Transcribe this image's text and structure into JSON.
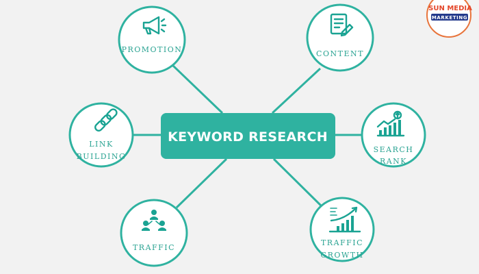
{
  "center": {
    "label": "KEYWORD RESEARCH",
    "color": "#2fb2a0"
  },
  "nodes": [
    {
      "id": "promotion",
      "lines": [
        "PROMOTION"
      ],
      "icon": "megaphone-icon"
    },
    {
      "id": "content",
      "lines": [
        "CONTENT"
      ],
      "icon": "document-edit-icon"
    },
    {
      "id": "link-building",
      "lines": [
        "LINK",
        "BUILDING"
      ],
      "icon": "chain-link-icon"
    },
    {
      "id": "search-rank",
      "lines": [
        "SEARCH",
        "RANK"
      ],
      "icon": "rank-chart-icon"
    },
    {
      "id": "traffic",
      "lines": [
        "TRAFFIC"
      ],
      "icon": "people-network-icon"
    },
    {
      "id": "traffic-growth",
      "lines": [
        "TRAFFIC",
        "GROWTH"
      ],
      "icon": "growth-chart-icon"
    }
  ],
  "logo": {
    "line1": "SUN MEDIA",
    "line2": "MARKETING"
  },
  "colors": {
    "accent": "#2fb2a0",
    "icon": "#1aa393",
    "label": "#2aa392",
    "background": "#f2f2f2",
    "logo_red": "#e4472a",
    "logo_blue": "#243a8c"
  }
}
